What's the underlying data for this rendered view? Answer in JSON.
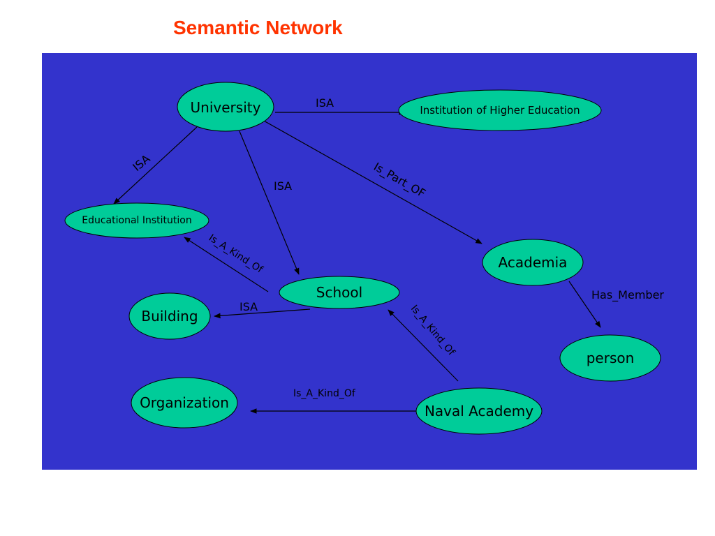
{
  "title": "Semantic Network",
  "colors": {
    "title": "#ff3300",
    "background": "#3333cc",
    "node_fill": "#00cc99"
  },
  "nodes": {
    "university": "University",
    "institution_higher_ed": "Institution of Higher Education",
    "educational_institution": "Educational Institution",
    "academia": "Academia",
    "school": "School",
    "building": "Building",
    "person": "person",
    "organization": "Organization",
    "naval_academy": "Naval Academy"
  },
  "edges": {
    "univ_to_ihe": "ISA",
    "univ_to_edu": "ISA",
    "univ_to_school": "ISA",
    "univ_to_academia": "Is_Part_OF",
    "school_to_edu": "Is_A_Kind_Of",
    "school_to_building": "ISA",
    "academia_to_person": "Has_Member",
    "naval_to_school": "Is_A_Kind_Of",
    "naval_to_org": "Is_A_Kind_Of"
  }
}
